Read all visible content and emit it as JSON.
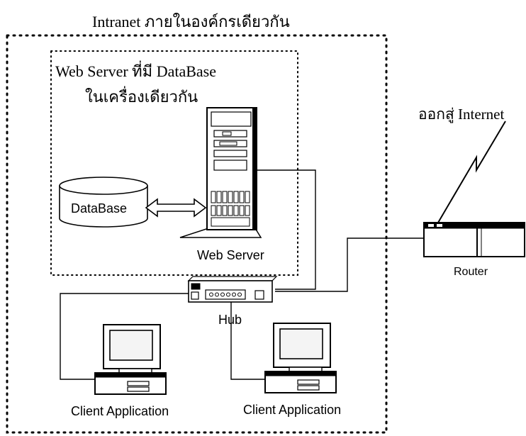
{
  "diagram": {
    "title": "Intranet ภายในองค์กรเดียวกัน",
    "web_server_box": {
      "label_line1": "Web Server ที่มี DataBase",
      "label_line2": "ในเครื่องเดียวกัน"
    },
    "internet_label": "ออกสู่ Internet",
    "nodes": {
      "database": "DataBase",
      "web_server": "Web Server",
      "router": "Router",
      "hub": "Hub",
      "client_1": "Client Application",
      "client_2": "Client Application"
    },
    "colors": {
      "ink": "#000000",
      "device_fill": "#ffffff",
      "screen": "#f4f4f4"
    },
    "icons": [
      "database-cylinder-icon",
      "server-tower-icon",
      "router-icon",
      "hub-icon",
      "desktop-computer-icon",
      "lightning-bolt-icon",
      "double-arrow-icon"
    ]
  }
}
